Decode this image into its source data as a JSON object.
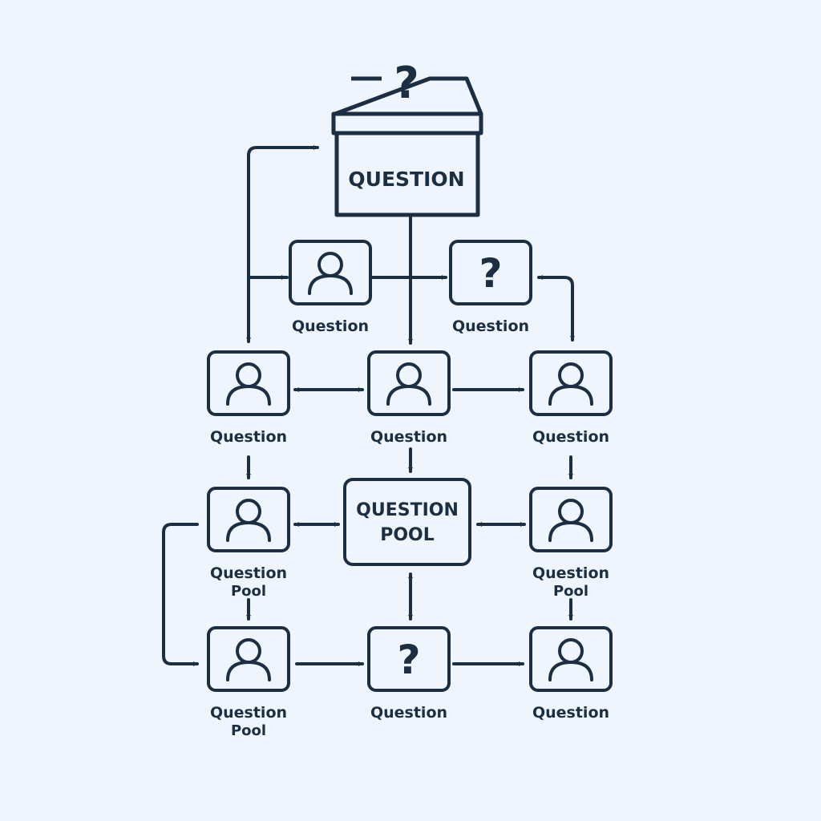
{
  "colors": {
    "background": "#eef5fc",
    "ink": "#1c2e42"
  },
  "icons": {
    "person": "person-icon",
    "question": "question-mark-icon",
    "ballot_box": "ballot-box-icon",
    "arrow": "arrowhead-icon"
  },
  "top_box": {
    "label": "QUESTION",
    "mark": "?"
  },
  "pool": {
    "line1": "QUESTION",
    "line2": "POOL"
  },
  "nodes": {
    "r1_left": {
      "kind": "person",
      "label1": "Question",
      "label2": ""
    },
    "r1_right": {
      "kind": "question",
      "label1": "Question",
      "label2": ""
    },
    "r2_left": {
      "kind": "person",
      "label1": "Question",
      "label2": ""
    },
    "r2_mid": {
      "kind": "person",
      "label1": "Question",
      "label2": ""
    },
    "r2_right": {
      "kind": "person",
      "label1": "Question",
      "label2": ""
    },
    "r3_left": {
      "kind": "person",
      "label1": "Question",
      "label2": "Pool"
    },
    "r3_right": {
      "kind": "person",
      "label1": "Question",
      "label2": "Pool"
    },
    "r4_left": {
      "kind": "person",
      "label1": "Question",
      "label2": "Pool"
    },
    "r4_mid": {
      "kind": "question",
      "label1": "Question",
      "label2": ""
    },
    "r4_right": {
      "kind": "person",
      "label1": "Question",
      "label2": ""
    }
  }
}
